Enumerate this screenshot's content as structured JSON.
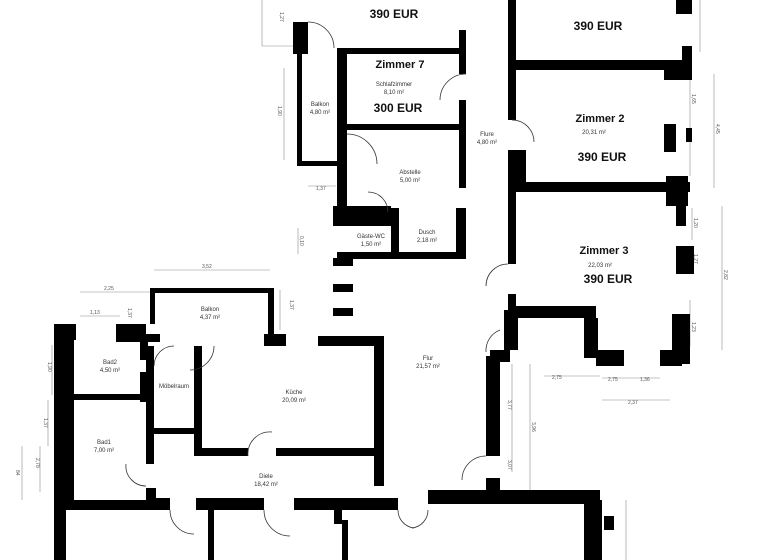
{
  "rooms": {
    "room_top": {
      "price": "390 EUR"
    },
    "room_top_right": {
      "price": "390 EUR"
    },
    "zimmer7": {
      "name": "Zimmer 7",
      "type": "Schlafzimmer",
      "area": "8,10 m²",
      "price": "300 EUR"
    },
    "zimmer2": {
      "name": "Zimmer 2",
      "area": "20,31 m²",
      "price": "390 EUR"
    },
    "zimmer3": {
      "name": "Zimmer 3",
      "area": "22,03 m²",
      "price": "390 EUR"
    },
    "balkon_left": {
      "name": "Balkon",
      "area": "4,80 m²"
    },
    "flure_small": {
      "name": "Flure",
      "area": "4,80 m²"
    },
    "abstell": {
      "name": "Abstelle",
      "area": "5,00 m²"
    },
    "gaeste_wc": {
      "name": "Gäste-WC",
      "area": "1,50 m²"
    },
    "dusche": {
      "name": "Dusch",
      "area": "2,18 m²"
    },
    "flur": {
      "name": "Flur",
      "area": "21,57 m²"
    },
    "balkon_lower": {
      "name": "Balkon",
      "area": "4,37 m²"
    },
    "bad2": {
      "name": "Bad2",
      "area": "4,50 m²"
    },
    "moebelraum": {
      "name": "Möbelraum"
    },
    "kueche": {
      "name": "Küche",
      "area": "20,09 m²"
    },
    "bad1": {
      "name": "Bad1",
      "area": "7,00 m²"
    },
    "diele": {
      "name": "Diele",
      "area": "18,42 m²"
    }
  },
  "dimensions": {
    "d_top_left": "1,27",
    "d_balkon_h": "1,90",
    "d_balkon_w": "1,37",
    "d_wc_h": "0,10",
    "d_balkon_lower_w": "3,52",
    "d_balkon_lower_h": "1,37",
    "d_left_w1": "2,25",
    "d_left_w2": "1,13",
    "d_left_w3": "1,37",
    "d_left_h1": "1,90",
    "d_left_h2": "1,37",
    "d_left_h3": "2,78",
    "d_left_h4": "84",
    "d_flur_h1": "3,77",
    "d_flur_h2": "3,96",
    "d_flur_h3": "3,07",
    "d_z2_h1": "1,65",
    "d_z2_h2": "4,45",
    "d_z3_h1": "1,20",
    "d_z3_h2": "1,27",
    "d_z3_h3": "2,82",
    "d_z3_h4": "1,23",
    "d_z3_w1": "2,75",
    "d_z3_w2": "2,75",
    "d_z3_w3": "1,36",
    "d_z3_w4": "2,37"
  }
}
